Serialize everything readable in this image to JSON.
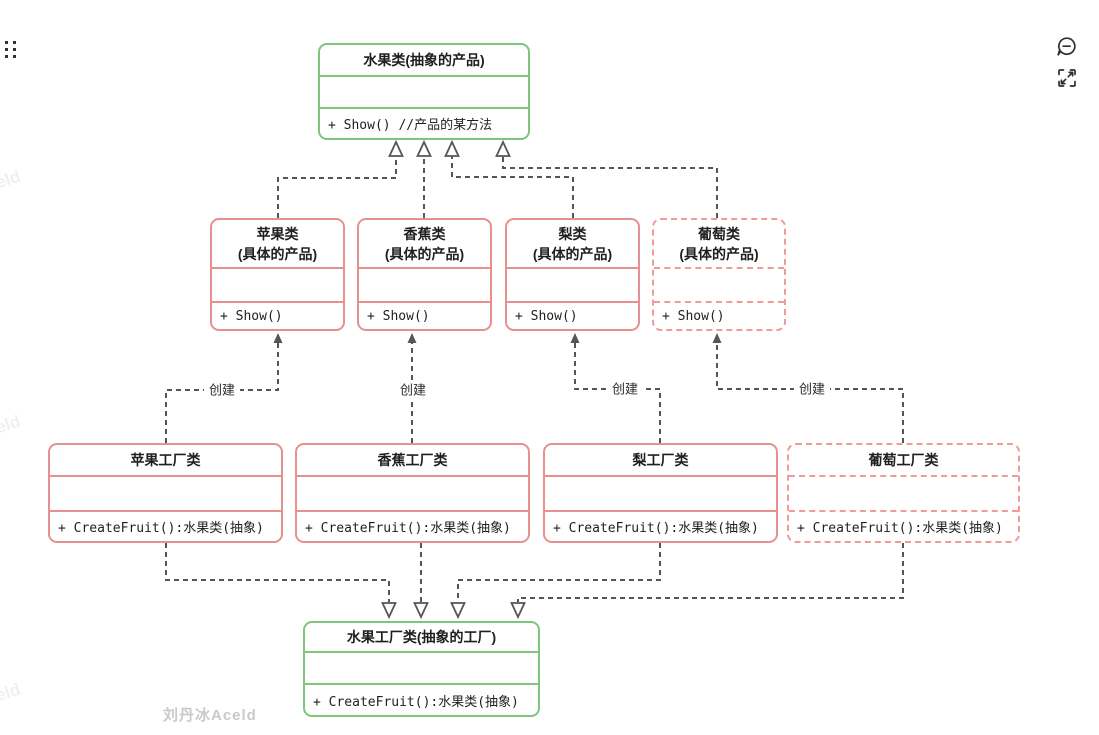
{
  "app": {
    "kind": "uml-class-diagram",
    "topic": "abstract factory pattern (fruit)"
  },
  "colors": {
    "abstract_box_border": "#7cc77c",
    "concrete_box_border": "#e88f8f",
    "dashed_box_border": "#f09a9a",
    "connector": "#555555",
    "text": "#1f1f1f",
    "watermark": "#c9c9c9"
  },
  "nodes": {
    "fruit_abstract": {
      "title": "水果类(抽象的产品)",
      "method": "+ Show() //产品的某方法"
    },
    "apple": {
      "title": "苹果类",
      "subtitle": "(具体的产品)",
      "method": "+ Show()"
    },
    "banana": {
      "title": "香蕉类",
      "subtitle": "(具体的产品)",
      "method": "+ Show()"
    },
    "pear": {
      "title": "梨类",
      "subtitle": "(具体的产品)",
      "method": "+ Show()"
    },
    "grape": {
      "title": "葡萄类",
      "subtitle": "(具体的产品)",
      "method": "+ Show()"
    },
    "apple_factory": {
      "title": "苹果工厂类",
      "method": "+ CreateFruit():水果类(抽象)"
    },
    "banana_factory": {
      "title": "香蕉工厂类",
      "method": "+ CreateFruit():水果类(抽象)"
    },
    "pear_factory": {
      "title": "梨工厂类",
      "method": "+ CreateFruit():水果类(抽象)"
    },
    "grape_factory": {
      "title": "葡萄工厂类",
      "method": "+ CreateFruit():水果类(抽象)"
    },
    "abstract_factory": {
      "title": "水果工厂类(抽象的工厂)",
      "method": "+ CreateFruit():水果类(抽象)"
    }
  },
  "edges": {
    "create_labels": [
      "创建",
      "创建",
      "创建",
      "创建"
    ]
  },
  "icons": {
    "drag_handle": "six-dot-grid",
    "comment": "speech-bubble",
    "expand": "expand-arrows"
  },
  "watermarks": {
    "main": "刘丹冰Aceld",
    "edge": "eld"
  }
}
